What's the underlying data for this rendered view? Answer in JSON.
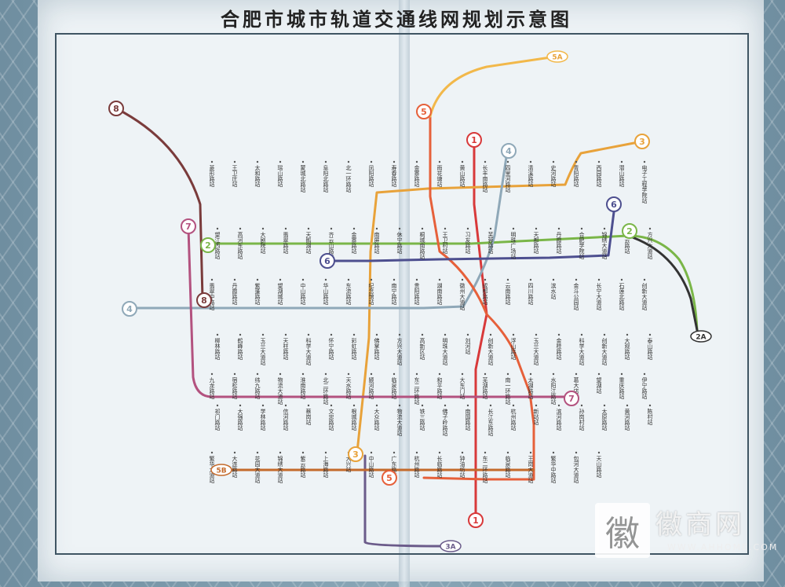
{
  "title": "合肥市城市轨道交通线网规划示意图",
  "colors": {
    "line1": "#d8393a",
    "line2": "#7ab648",
    "line3": "#e8a23a",
    "line4": "#8fa8b8",
    "line5": "#e6603a",
    "line6": "#4d4f8f",
    "line7": "#b3527f",
    "line8": "#7a3b3b",
    "line2A": "#333333",
    "line3A": "#6b5b8a",
    "line5A": "#f2b84a",
    "line5B": "#c46a2b"
  },
  "line_badges": [
    {
      "id": "1",
      "label": "1"
    },
    {
      "id": "1b",
      "label": "1"
    },
    {
      "id": "2",
      "label": "2"
    },
    {
      "id": "2b",
      "label": "2"
    },
    {
      "id": "3",
      "label": "3"
    },
    {
      "id": "3b",
      "label": "3"
    },
    {
      "id": "4",
      "label": "4"
    },
    {
      "id": "4b",
      "label": "4"
    },
    {
      "id": "5",
      "label": "5"
    },
    {
      "id": "5b",
      "label": "5"
    },
    {
      "id": "6",
      "label": "6"
    },
    {
      "id": "6b",
      "label": "6"
    },
    {
      "id": "7",
      "label": "7"
    },
    {
      "id": "7b",
      "label": "7"
    },
    {
      "id": "8",
      "label": "8"
    },
    {
      "id": "8b",
      "label": "8"
    }
  ],
  "branch_tags": [
    {
      "id": "2A",
      "label": "2A"
    },
    {
      "id": "3A",
      "label": "3A"
    },
    {
      "id": "5A",
      "label": "5A"
    },
    {
      "id": "5B",
      "label": "5B"
    }
  ],
  "stations": [
    "菱形路站",
    "王卫庄站",
    "太和路站",
    "瑶山路站",
    "蒙城北路站",
    "阜阳北路站",
    "北一环路站",
    "凤阳路站",
    "寿春路站",
    "金寨路站",
    "雨花塘站",
    "黄山路站",
    "长丰南路站",
    "四里河路站",
    "清溪路站",
    "史河路站",
    "青阳路站",
    "西园路站",
    "潜山路站",
    "电子工程学院站",
    "望江西路站",
    "高河东路站",
    "大剧院站",
    "翡翠路站",
    "天鹅湖站",
    "齐云山路站",
    "金寨路站",
    "南屏路站",
    "休宁路站",
    "桐城南路站",
    "王卫村站",
    "习友路站",
    "芙蓉路站",
    "明珠广场站",
    "天都路站",
    "丹霞路站",
    "合肥学院站",
    "锦绣大道站",
    "紫云路站",
    "方兴大道站",
    "翡翠中路站",
    "丹霞路站",
    "紫蓬路站",
    "望湖城站",
    "中山路站",
    "华山路站",
    "东流路站",
    "纪念馆站",
    "南宁路站",
    "贵阳路站",
    "湖南路站",
    "徽州大道站",
    "成都路站",
    "云南路站",
    "四川路站",
    "滨水站",
    "金斗公园站",
    "长宁大道站",
    "石莲北路站",
    "创新大道站",
    "柳林路站",
    "鹤峰路站",
    "玉兰大道站",
    "天柱路站",
    "科学大道站",
    "怀宁路站",
    "彩虹路站",
    "佛掌路站",
    "方兴大道站",
    "高新区站",
    "明珠大道站",
    "刘河站",
    "创新大道站",
    "浮山路站",
    "玉兰大道站",
    "金桂路站",
    "科学大道站",
    "创新大道站",
    "大观路站",
    "泰山路站",
    "九龙路站",
    "宿松路站",
    "纬九路站",
    "物流大道站",
    "淮南路站",
    "北二环路站",
    "天水路站",
    "颍河路站",
    "临泉路站",
    "东二环路站",
    "和平路站",
    "大东门站",
    "芜湖路站",
    "南一环路站",
    "太湖路站",
    "水阳江路站",
    "葛大店站",
    "望湖站",
    "重庆路站",
    "伊宁路站",
    "祁门路站",
    "大强路站",
    "学林路站",
    "信河路站",
    "蔡岗站",
    "文忠路站",
    "根城路站",
    "大众路站",
    "物流大道站",
    "铁三路站",
    "佛子岭路站",
    "南国路站",
    "长江东路站",
    "杭州路站",
    "新站站",
    "滨河路站",
    "孙岗村站",
    "太原路站",
    "黄河路站",
    "陈村站",
    "繁华大道站",
    "大连路站",
    "花园大道站",
    "锦绣大道站",
    "紫云路站",
    "上海路站",
    "大兴站",
    "中山路站",
    "广东路站",
    "杭州路站",
    "长临路站",
    "钟油坊站",
    "东二环路站",
    "临泉路站",
    "王岗大道站",
    "繁华中路站",
    "包河大道站",
    "天山路站"
  ],
  "watermark": {
    "logo": "徽",
    "name": "徽商网",
    "url": "WWW.AHHOME.COM"
  }
}
